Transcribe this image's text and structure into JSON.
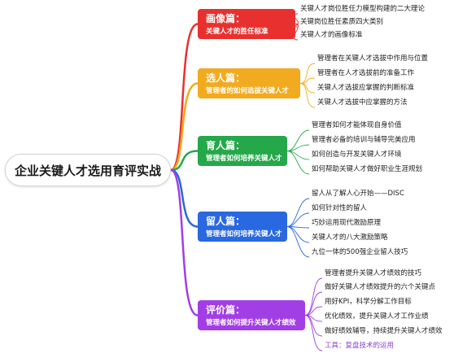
{
  "root": {
    "title": "企业关键人才选用育评实战"
  },
  "colors": {
    "b0": "#e8312f",
    "b1": "#f2aa1e",
    "b2": "#25a84a",
    "b3": "#2968e0",
    "b4": "#a23ee6"
  },
  "branches": [
    {
      "title": "画像篇：",
      "subtitle": "关键人才的胜任标准",
      "items": [
        "关键人才岗位胜任力模型构建的二大理论",
        "关键岗位胜任素质四大类别",
        "关键人才的画像标准"
      ]
    },
    {
      "title": "选人篇：",
      "subtitle": "管理者的如何选拔关键人才",
      "items": [
        "管理者在关键人才选拔中作用与位置",
        "管理者在人才选拔前的准备工作",
        "关键人才选拔应掌握的判断标准",
        "关键人才选拔中应掌握的方法"
      ]
    },
    {
      "title": "育人篇：",
      "subtitle": "管理者如何培养关键人才",
      "items": [
        "管理者如何才能体现自身价值",
        "管理者必备的培训与辅导完美应用",
        "如何创造与开发关键人才环境",
        "如何帮助关键人才做好职业生涯规划"
      ]
    },
    {
      "title": "留人篇：",
      "subtitle": "管理者如何培养关键人才",
      "items": [
        "留人从了解人心开始——DISC",
        "如何针对性的留人",
        "巧妙运用现代激励原理",
        "关键人才的八大激励策略",
        "九位一体的500强企业留人技巧"
      ]
    },
    {
      "title": "评价篇：",
      "subtitle": "管理者如何提升关键人才绩效",
      "items": [
        "管理者提升关键人才绩效的技巧",
        "做好关键人才绩效提升的六个关键点",
        "用好KPI，科学分解工作目标",
        "优化绩效，提升关键人才工作业绩",
        "做好绩效辅导，持续提升关键人才绩效",
        "工具：复盘技术的运用"
      ]
    }
  ]
}
